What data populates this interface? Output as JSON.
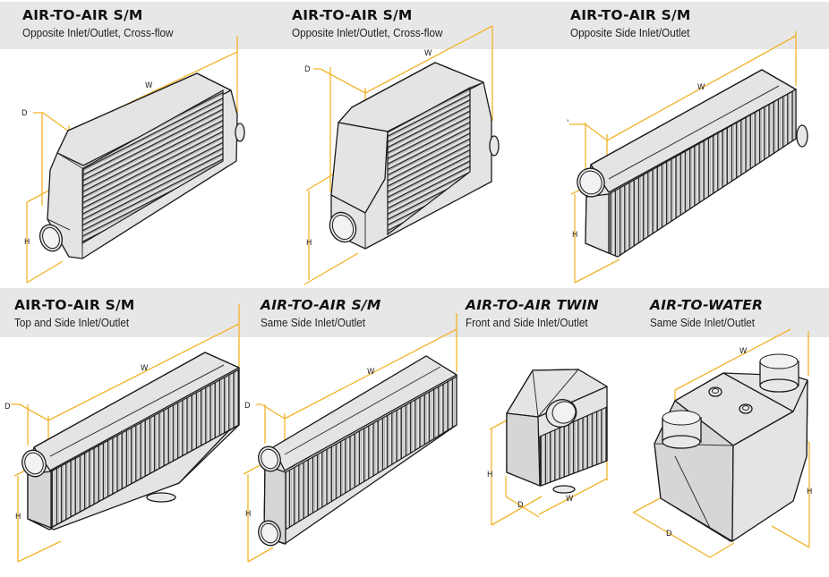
{
  "sheet": {
    "band_color": "#e7e7e8",
    "dimension_line_color": "#f2b32a",
    "body_fill_color": "#e4e4e4"
  },
  "cards": [
    {
      "title": "AIR-TO-AIR S/M",
      "subtitle": "Opposite Inlet/Outlet, Cross-flow",
      "dims": {
        "w": "W",
        "d": "D",
        "h": "H"
      }
    },
    {
      "title": "AIR-TO-AIR S/M",
      "subtitle": "Opposite Inlet/Outlet, Cross-flow",
      "dims": {
        "w": "W",
        "d": "D",
        "h": "H"
      }
    },
    {
      "title": "AIR-TO-AIR S/M",
      "subtitle": "Opposite Side Inlet/Outlet",
      "dims": {
        "w": "W",
        "d": "'",
        "h": "H"
      }
    },
    {
      "title": "AIR-TO-AIR S/M",
      "subtitle": "Top and Side Inlet/Outlet",
      "dims": {
        "w": "W",
        "d": "D",
        "h": "H"
      }
    },
    {
      "title": "AIR-TO-AIR S/M",
      "subtitle": "Same Side Inlet/Outlet",
      "dims": {
        "w": "W",
        "d": "D",
        "h": "H"
      }
    },
    {
      "title": "AIR-TO-AIR TWIN",
      "subtitle": "Front and Side Inlet/Outlet",
      "dims": {
        "w": "W",
        "d": "D",
        "h": "H"
      }
    },
    {
      "title": "AIR-TO-WATER",
      "subtitle": "Same Side Inlet/Outlet",
      "dims": {
        "w": "W",
        "d": "D",
        "h": "H"
      }
    }
  ]
}
